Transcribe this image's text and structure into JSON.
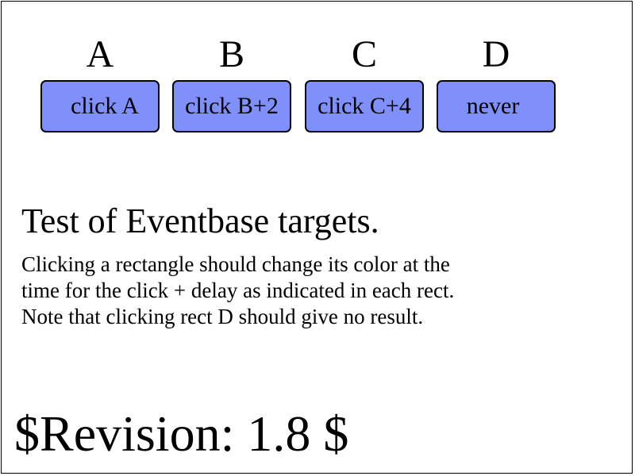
{
  "targets": [
    {
      "letter": "A",
      "label": "click A"
    },
    {
      "letter": "B",
      "label": "click B+2"
    },
    {
      "letter": "C",
      "label": "click C+4"
    },
    {
      "letter": "D",
      "label": "never"
    }
  ],
  "colors": {
    "rect_fill": "#8090fa",
    "rect_stroke": "#000000",
    "frame_stroke": "#000000",
    "background": "#ffffff"
  },
  "heading": "Test of Eventbase targets.",
  "description": {
    "line1": "Clicking a rectangle should change its color at the",
    "line2": "time for the click + delay as indicated in each rect.",
    "line3": "Note that clicking rect D should give no result."
  },
  "revision": "$Revision: 1.8 $"
}
